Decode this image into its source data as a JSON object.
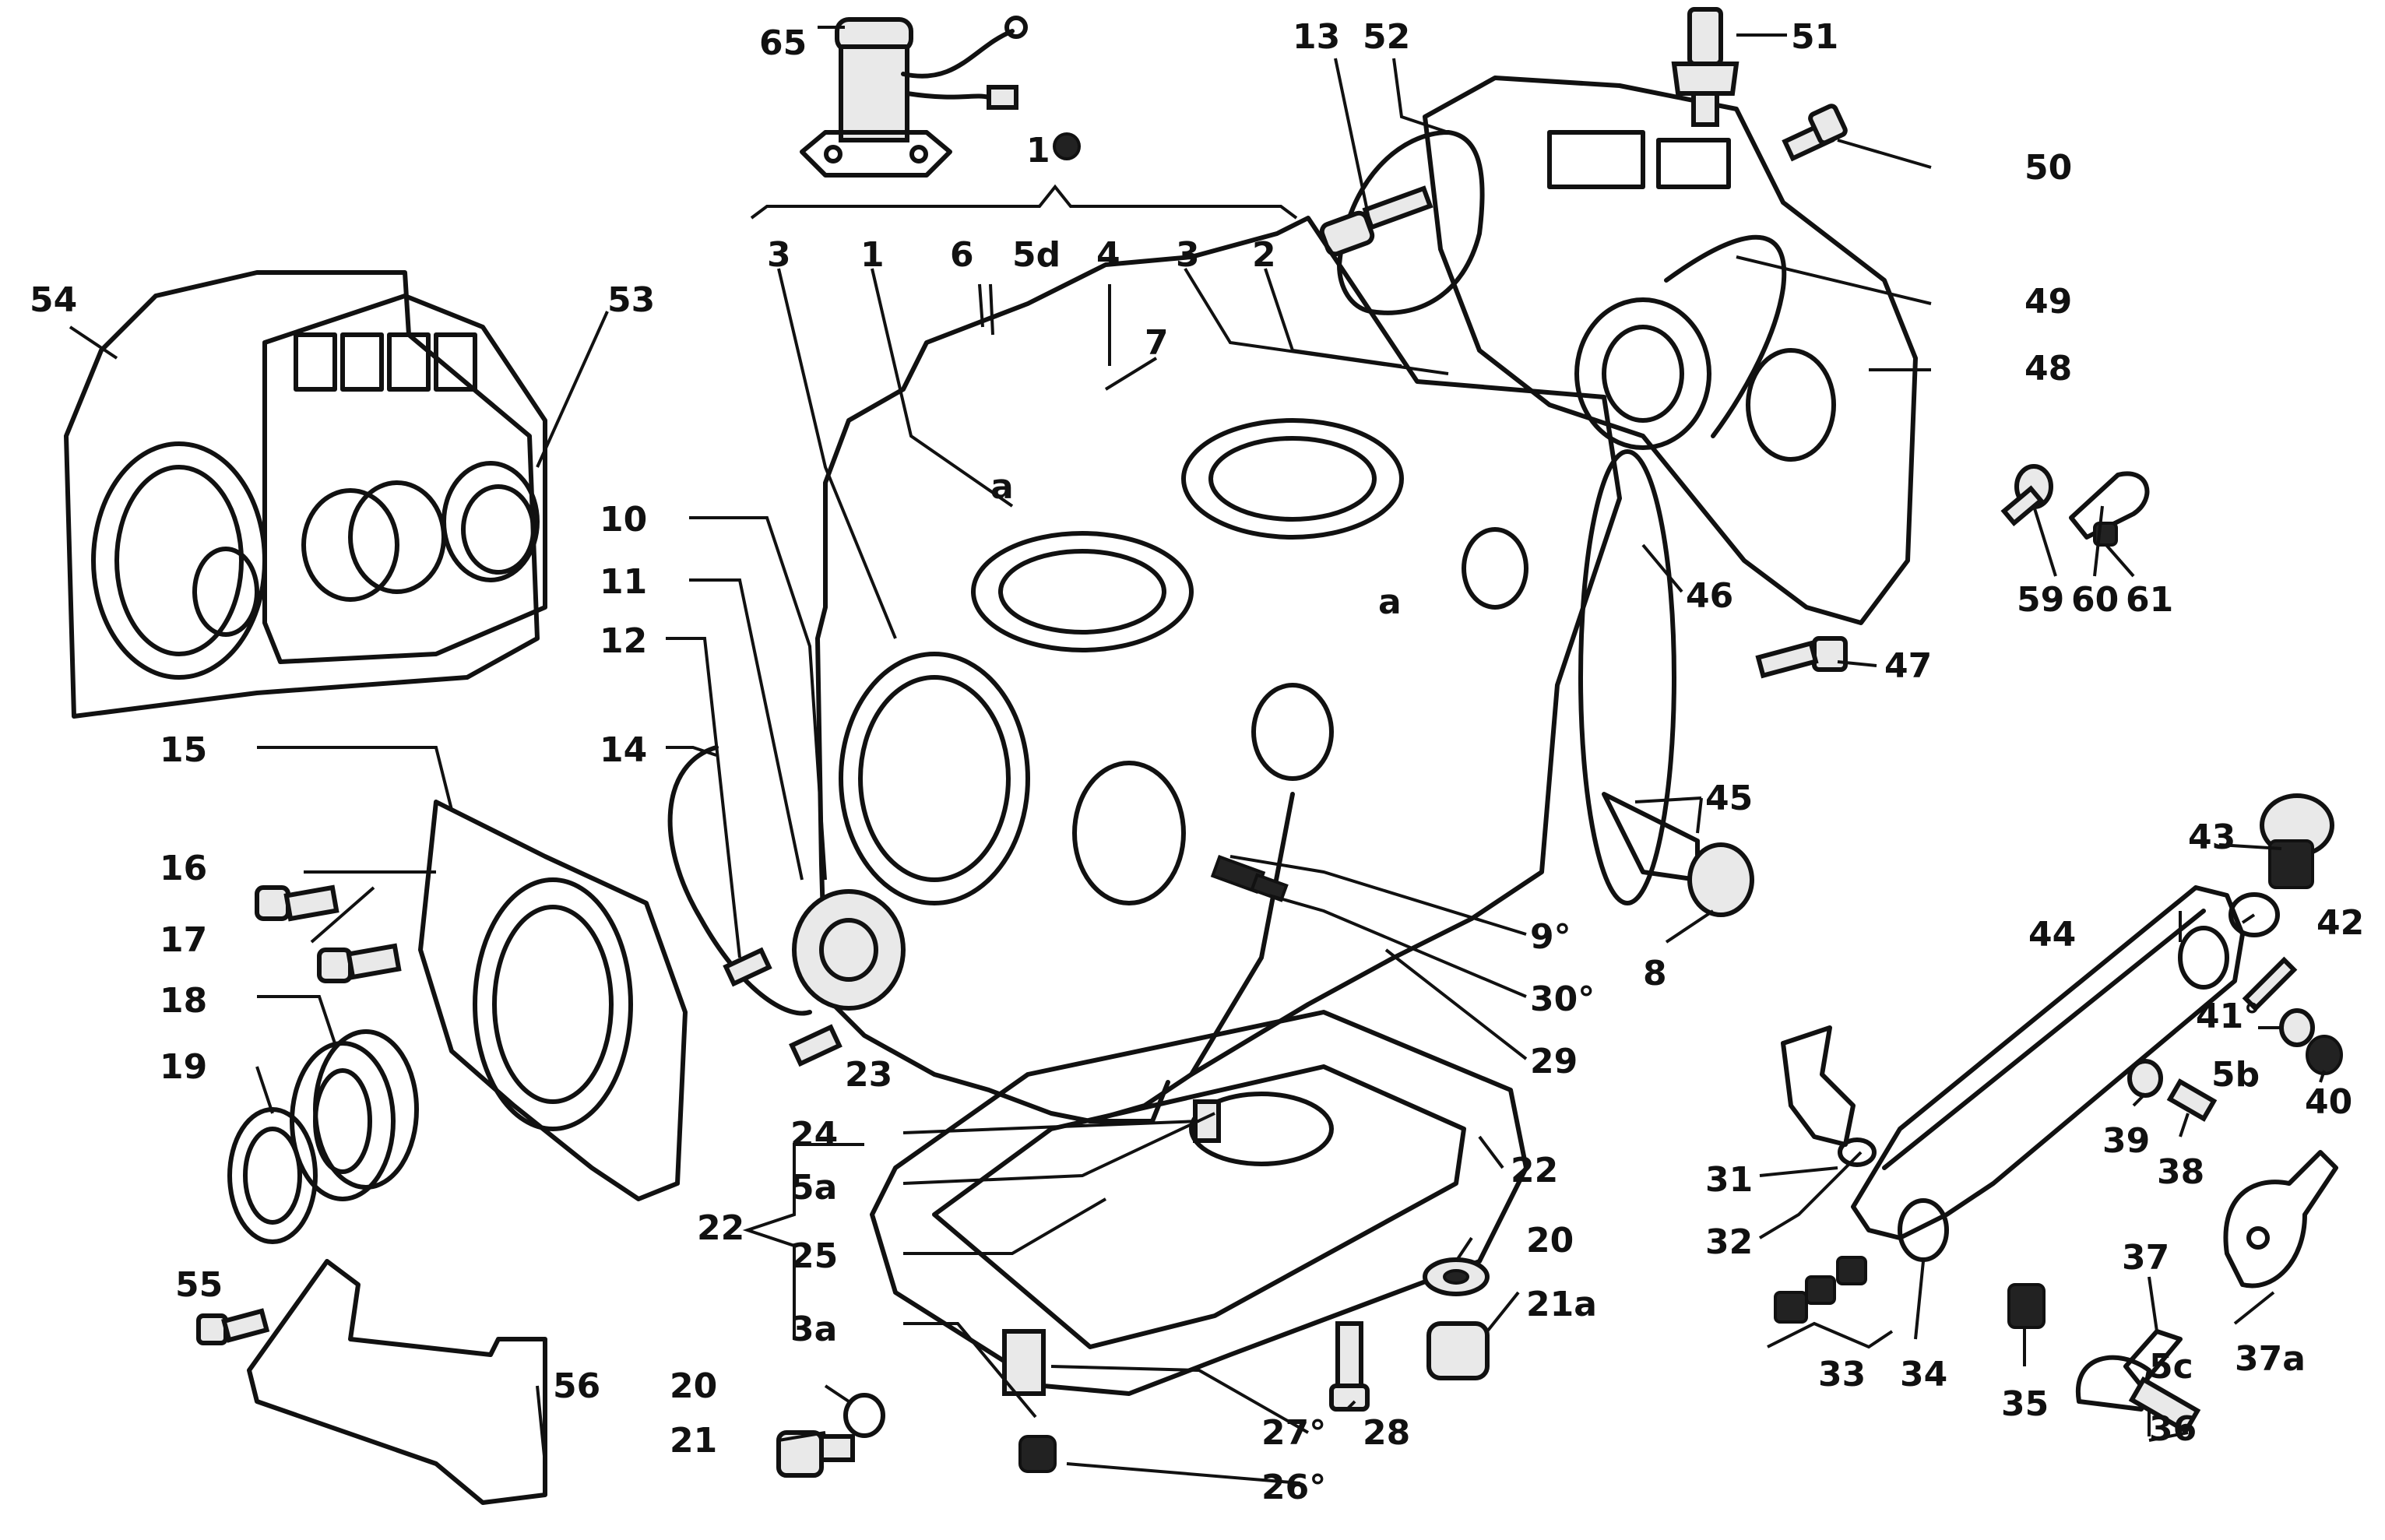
{
  "labels": [
    {
      "id": "65",
      "text": "65"
    },
    {
      "id": "1-dot",
      "text": "1"
    },
    {
      "id": "13",
      "text": "13"
    },
    {
      "id": "52",
      "text": "52"
    },
    {
      "id": "51",
      "text": "51"
    },
    {
      "id": "50",
      "text": "50"
    },
    {
      "id": "49",
      "text": "49"
    },
    {
      "id": "48",
      "text": "48"
    },
    {
      "id": "54",
      "text": "54"
    },
    {
      "id": "53",
      "text": "53"
    },
    {
      "id": "3-left",
      "text": "3"
    },
    {
      "id": "1",
      "text": "1"
    },
    {
      "id": "6",
      "text": "6"
    },
    {
      "id": "5d",
      "text": "5d"
    },
    {
      "id": "4",
      "text": "4"
    },
    {
      "id": "3-right",
      "text": "3"
    },
    {
      "id": "2",
      "text": "2"
    },
    {
      "id": "7",
      "text": "7"
    },
    {
      "id": "a-top",
      "text": "a"
    },
    {
      "id": "a-mid",
      "text": "a"
    },
    {
      "id": "10",
      "text": "10"
    },
    {
      "id": "11",
      "text": "11"
    },
    {
      "id": "12",
      "text": "12"
    },
    {
      "id": "14",
      "text": "14"
    },
    {
      "id": "15",
      "text": "15"
    },
    {
      "id": "16",
      "text": "16"
    },
    {
      "id": "17",
      "text": "17"
    },
    {
      "id": "18",
      "text": "18"
    },
    {
      "id": "19",
      "text": "19"
    },
    {
      "id": "23",
      "text": "23"
    },
    {
      "id": "24",
      "text": "24"
    },
    {
      "id": "5a",
      "text": "5a"
    },
    {
      "id": "22-left",
      "text": "22"
    },
    {
      "id": "25",
      "text": "25"
    },
    {
      "id": "3a",
      "text": "3a"
    },
    {
      "id": "22-right",
      "text": "22"
    },
    {
      "id": "20-right",
      "text": "20"
    },
    {
      "id": "21a",
      "text": "21a"
    },
    {
      "id": "28",
      "text": "28"
    },
    {
      "id": "27",
      "text": "27°"
    },
    {
      "id": "26",
      "text": "26°"
    },
    {
      "id": "20-left",
      "text": "20"
    },
    {
      "id": "21",
      "text": "21"
    },
    {
      "id": "55",
      "text": "55"
    },
    {
      "id": "56",
      "text": "56"
    },
    {
      "id": "46",
      "text": "46"
    },
    {
      "id": "47",
      "text": "47"
    },
    {
      "id": "59",
      "text": "59"
    },
    {
      "id": "60",
      "text": "60"
    },
    {
      "id": "61",
      "text": "61"
    },
    {
      "id": "45",
      "text": "45"
    },
    {
      "id": "8",
      "text": "8"
    },
    {
      "id": "9",
      "text": "9°"
    },
    {
      "id": "30",
      "text": "30°"
    },
    {
      "id": "29",
      "text": "29"
    },
    {
      "id": "43",
      "text": "43"
    },
    {
      "id": "42",
      "text": "42"
    },
    {
      "id": "44",
      "text": "44"
    },
    {
      "id": "41",
      "text": "41°"
    },
    {
      "id": "5b",
      "text": "5b"
    },
    {
      "id": "40",
      "text": "40"
    },
    {
      "id": "39",
      "text": "39"
    },
    {
      "id": "38",
      "text": "38"
    },
    {
      "id": "31",
      "text": "31"
    },
    {
      "id": "32",
      "text": "32"
    },
    {
      "id": "33",
      "text": "33"
    },
    {
      "id": "34",
      "text": "34"
    },
    {
      "id": "35",
      "text": "35"
    },
    {
      "id": "37",
      "text": "37"
    },
    {
      "id": "5c",
      "text": "5c"
    },
    {
      "id": "36",
      "text": "36"
    },
    {
      "id": "37a",
      "text": "37a"
    }
  ]
}
